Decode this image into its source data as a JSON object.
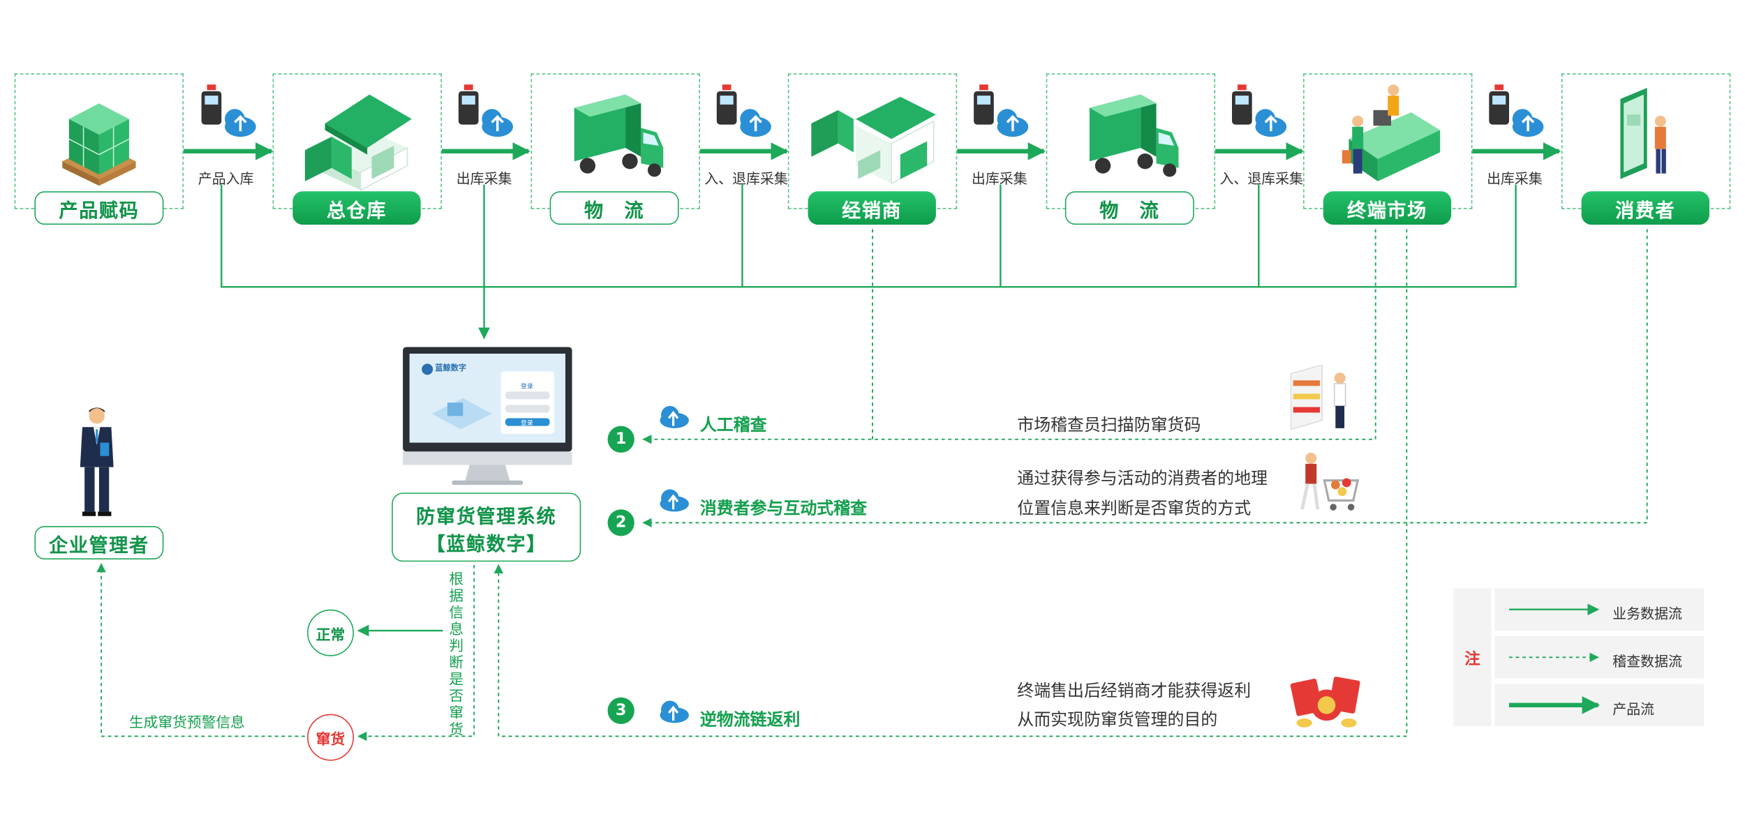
{
  "nodes": [
    {
      "id": "product",
      "label": "产品赋码",
      "style": "outline"
    },
    {
      "id": "warehouse",
      "label": "总仓库",
      "style": "solid"
    },
    {
      "id": "logistics1",
      "label": "物　流",
      "style": "outline"
    },
    {
      "id": "dealer",
      "label": "经销商",
      "style": "solid"
    },
    {
      "id": "logistics2",
      "label": "物　流",
      "style": "outline"
    },
    {
      "id": "market",
      "label": "终端市场",
      "style": "solid"
    },
    {
      "id": "consumer",
      "label": "消费者",
      "style": "solid"
    }
  ],
  "steps": [
    "产品入库",
    "出库采集",
    "入、退库采集",
    "出库采集",
    "入、退库采集",
    "出库采集"
  ],
  "system": {
    "title_line1": "防窜货管理系统",
    "title_line2": "【蓝鲸数字】",
    "screen_brand": "蓝鲸数字",
    "screen_login_title": "登录",
    "screen_login_button": "登录"
  },
  "manager_label": "企业管理者",
  "checks": [
    {
      "num": "1",
      "title": "人工稽查",
      "desc_line1": "市场稽查员扫描防窜货码",
      "desc_line2": ""
    },
    {
      "num": "2",
      "title": "消费者参与互动式稽查",
      "desc_line1": "通过获得参与活动的消费者的地理",
      "desc_line2": "位置信息来判断是否窜货的方式"
    },
    {
      "num": "3",
      "title": "逆物流链返利",
      "desc_line1": "终端售出后经销商才能获得返利",
      "desc_line2": "从而实现防窜货管理的目的"
    }
  ],
  "decision": {
    "vertical_text": "根据信息判断是否窜货",
    "normal_label": "正常",
    "diverted_label": "窜货",
    "warning_label": "生成窜货预警信息"
  },
  "legend": {
    "title": "注",
    "items": [
      "业务数据流",
      "稽查数据流",
      "产品流"
    ]
  },
  "colors": {
    "primary_green": "#1ea85a",
    "dashed_border": "#58c487",
    "alert_red": "#e53935"
  }
}
